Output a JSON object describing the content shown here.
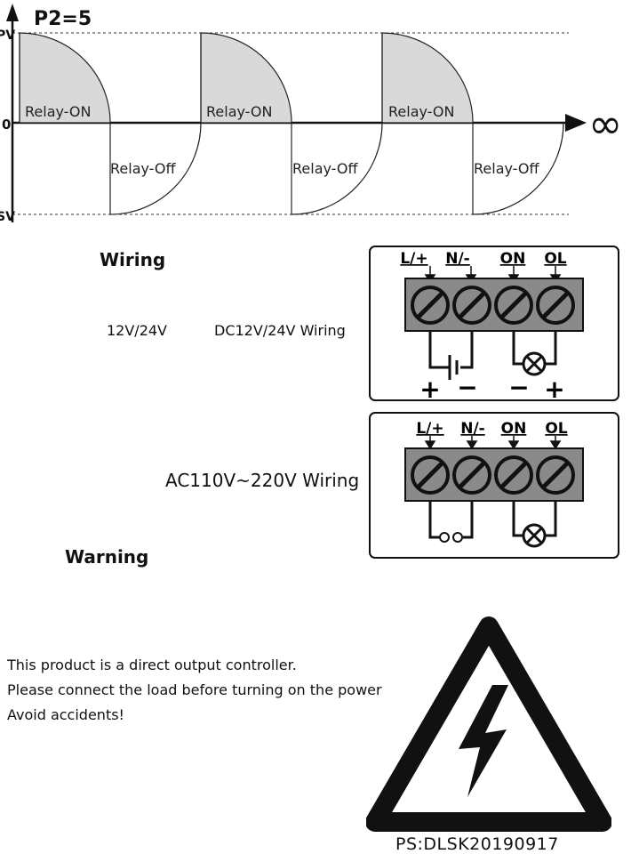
{
  "waveform": {
    "header": "P2=5",
    "label_top": "PV",
    "label_zero": "0",
    "label_bottom": "SV",
    "infinity": "∞",
    "relay_on": "Relay-ON",
    "relay_off": "Relay-Off"
  },
  "wiring": {
    "title": "Wiring",
    "voltage": "12V/24V",
    "dc_label": "DC12V/24V  Wiring",
    "ac_label": "AC110V~220V Wiring",
    "terminals": [
      "L/+",
      "N/-",
      "ON",
      "OL"
    ],
    "dc_polarity": [
      "+",
      "−",
      "−",
      "+"
    ]
  },
  "warning": {
    "title": "Warning",
    "lines": [
      "This product is a direct output controller.",
      "Please connect the load before turning on the power",
      "Avoid accidents!"
    ],
    "ps": "PS:DLSK20190917"
  },
  "colors": {
    "shade": "#d9d9d9",
    "terminal": "#8a8a8a",
    "ink": "#111111"
  }
}
